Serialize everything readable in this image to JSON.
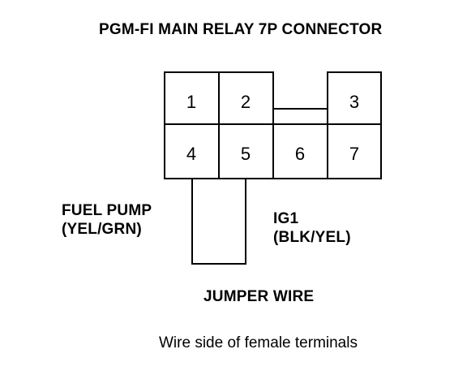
{
  "title": "PGM-FI MAIN RELAY 7P CONNECTOR",
  "terminals": [
    "1",
    "2",
    "3",
    "4",
    "5",
    "6",
    "7"
  ],
  "labels": {
    "fuel_pump_line1": "FUEL PUMP",
    "fuel_pump_line2": "(YEL/GRN)",
    "ig1_line1": "IG1",
    "ig1_line2": "(BLK/YEL)",
    "jumper_wire": "JUMPER WIRE"
  },
  "caption": "Wire side of female terminals"
}
